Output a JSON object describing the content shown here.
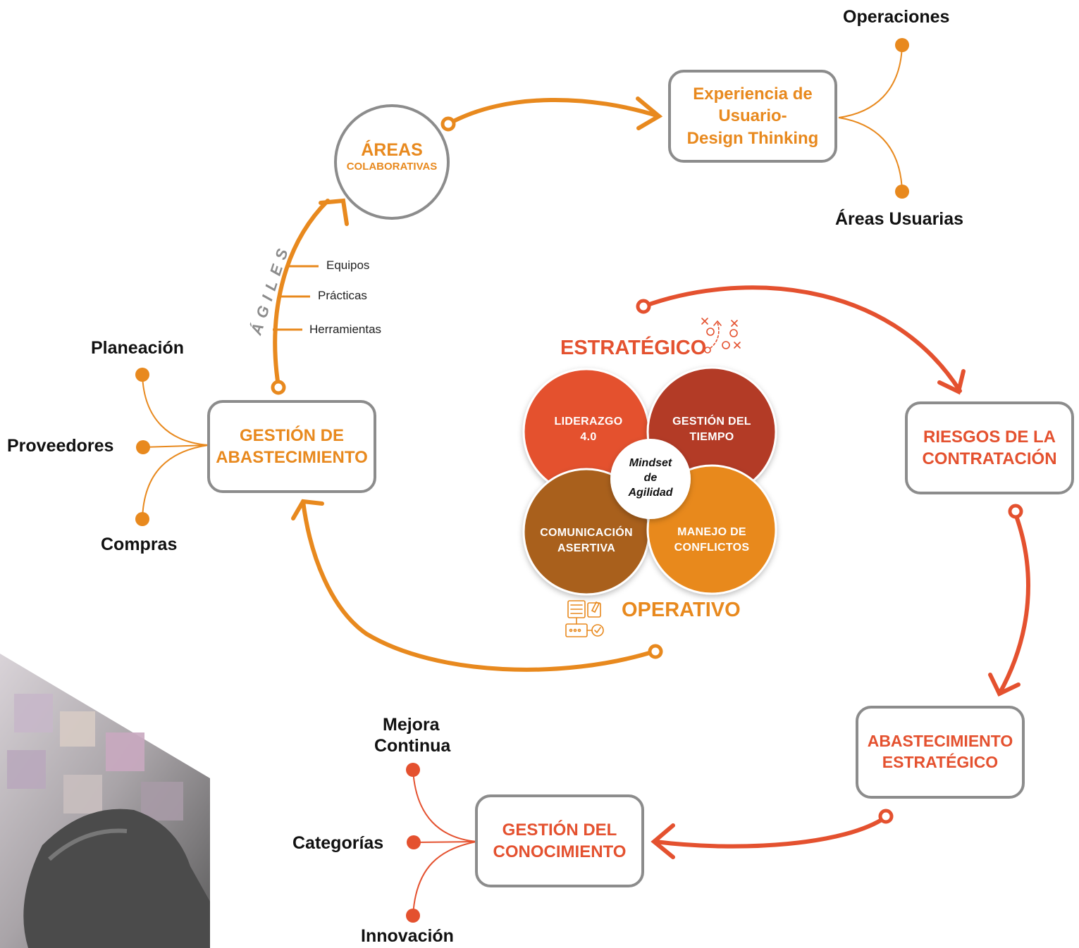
{
  "nodes": {
    "areas": {
      "title": "ÁREAS",
      "subtitle": "COLABORATIVAS"
    },
    "experiencia": {
      "line1": "Experiencia de",
      "line2": "Usuario-",
      "line3": "Design Thinking"
    },
    "gestion_abastecimiento": {
      "line1": "GESTIÓN DE",
      "line2": "ABASTECIMIENTO"
    },
    "riesgos": {
      "line1": "RIESGOS DE LA",
      "line2": "CONTRATACIÓN"
    },
    "abastecimiento_estrategico": {
      "line1": "ABASTECIMIENTO",
      "line2": "ESTRATÉGICO"
    },
    "gestion_conocimiento": {
      "line1": "GESTIÓN DEL",
      "line2": "CONOCIMIENTO"
    }
  },
  "branches": {
    "experiencia": [
      "Operaciones",
      "Áreas Usuarias"
    ],
    "abastecimiento": [
      "Planeación",
      "Proveedores",
      "Compras"
    ],
    "conocimiento": [
      "Mejora",
      "Continua",
      "Categorías",
      "Innovación"
    ]
  },
  "agiles": {
    "label": "ÁGILES",
    "items": [
      "Equipos",
      "Prácticas",
      "Herramientas"
    ]
  },
  "center": {
    "top_label": "ESTRATÉGICO",
    "bottom_label": "OPERATIVO",
    "petals": {
      "liderazgo": [
        "LIDERAZGO",
        "4.0"
      ],
      "tiempo": [
        "GESTIÓN DEL",
        "TIEMPO"
      ],
      "comunicacion": [
        "COMUNICACIÓN",
        "ASERTIVA"
      ],
      "conflictos": [
        "MANEJO DE",
        "CONFLICTOS"
      ]
    },
    "core": [
      "Mindset",
      "de",
      "Agilidad"
    ]
  },
  "colors": {
    "orange": "#e8891e",
    "red": "#e4512f",
    "box_border": "#8c8c8c",
    "petal_liderazgo": "#e4512f",
    "petal_tiempo": "#b33a26",
    "petal_comunicacion": "#a9601a",
    "petal_conflictos": "#e8891e"
  },
  "icons": [
    "strategy-play-icon",
    "checklist-process-icon"
  ]
}
